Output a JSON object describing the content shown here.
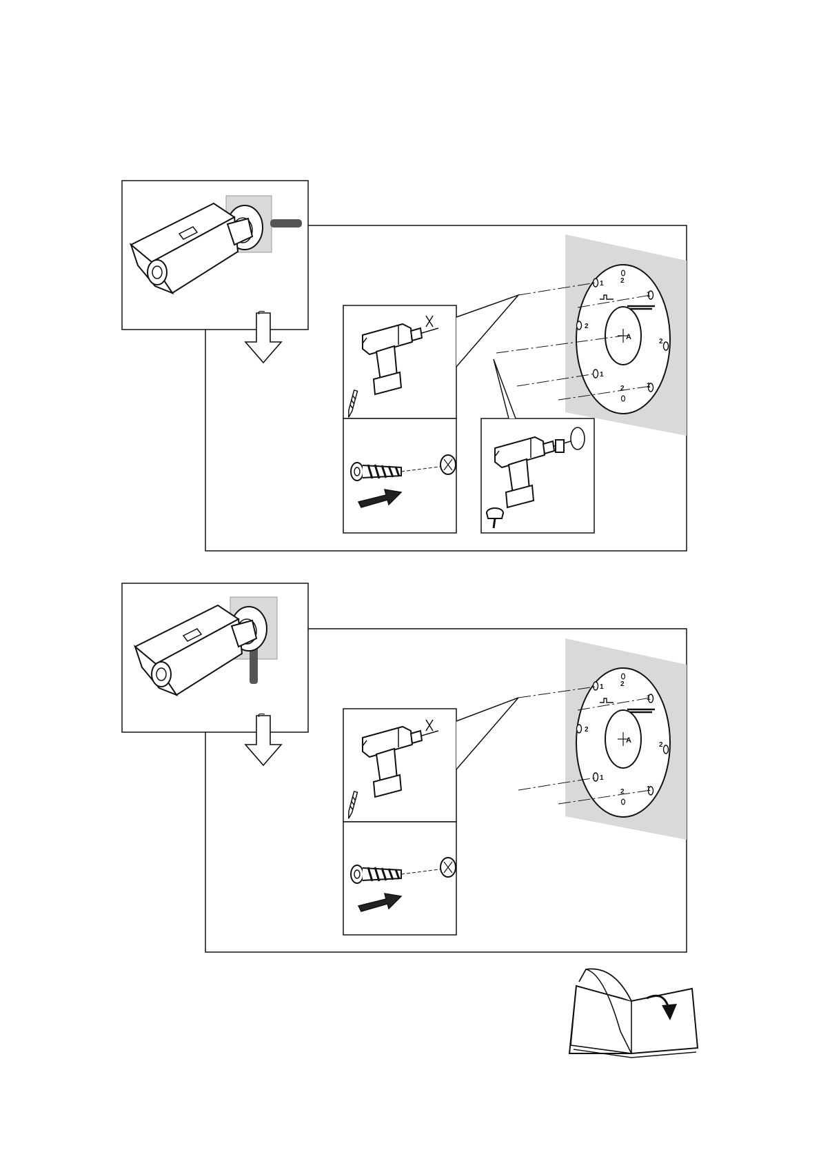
{
  "template": {
    "numbers": [
      "1",
      "2",
      "1",
      "2",
      "1",
      "2",
      "1",
      "2"
    ],
    "center_label": "A"
  },
  "colors": {
    "line": "#111111",
    "wall": "#d9d9d9",
    "cable": "#555555",
    "arrow": "#222222"
  },
  "icons": [
    "camera-wall-mount-icon",
    "down-arrow-icon",
    "drill-icon",
    "drill-bit-icon",
    "wall-anchor-icon",
    "push-arrow-icon",
    "hole-saw-drill-icon",
    "hole-saw-icon",
    "drilling-template-icon",
    "turn-page-book-icon"
  ]
}
